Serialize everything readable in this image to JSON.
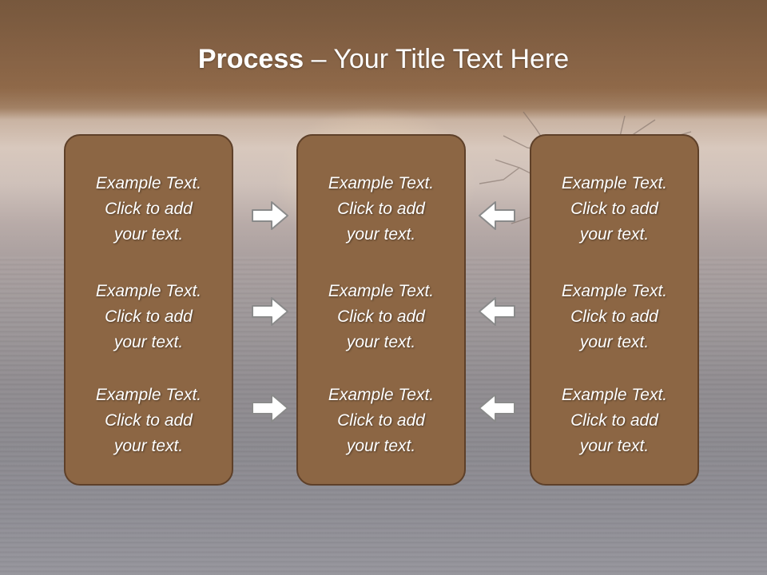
{
  "slide": {
    "title_bold": "Process",
    "title_rest": " – Your Title Text Here"
  },
  "panels": [
    {
      "items": [
        {
          "line1": "Example Text.",
          "line2": "Click  to add",
          "line3": "your text."
        },
        {
          "line1": "Example Text.",
          "line2": "Click  to add",
          "line3": "your text."
        },
        {
          "line1": "Example Text.",
          "line2": "Click  to add",
          "line3": "your text."
        }
      ]
    },
    {
      "items": [
        {
          "line1": "Example Text.",
          "line2": "Click  to add",
          "line3": "your text."
        },
        {
          "line1": "Example Text.",
          "line2": "Click  to add",
          "line3": "your text."
        },
        {
          "line1": "Example Text.",
          "line2": "Click  to add",
          "line3": "your text."
        }
      ]
    },
    {
      "items": [
        {
          "line1": "Example Text.",
          "line2": "Click  to add",
          "line3": "your text."
        },
        {
          "line1": "Example Text.",
          "line2": "Click  to add",
          "line3": "your text."
        },
        {
          "line1": "Example Text.",
          "line2": "Click  to add",
          "line3": "your text."
        }
      ]
    }
  ],
  "icons": {
    "left_arrows": "arrow-right-icon",
    "right_arrows": "arrow-left-icon"
  },
  "colors": {
    "panel_fill": "#8c6644",
    "panel_border": "#5e4029",
    "arrow_fill": "#ffffff",
    "arrow_stroke": "#8a8a8a",
    "title_text": "#ffffff"
  }
}
